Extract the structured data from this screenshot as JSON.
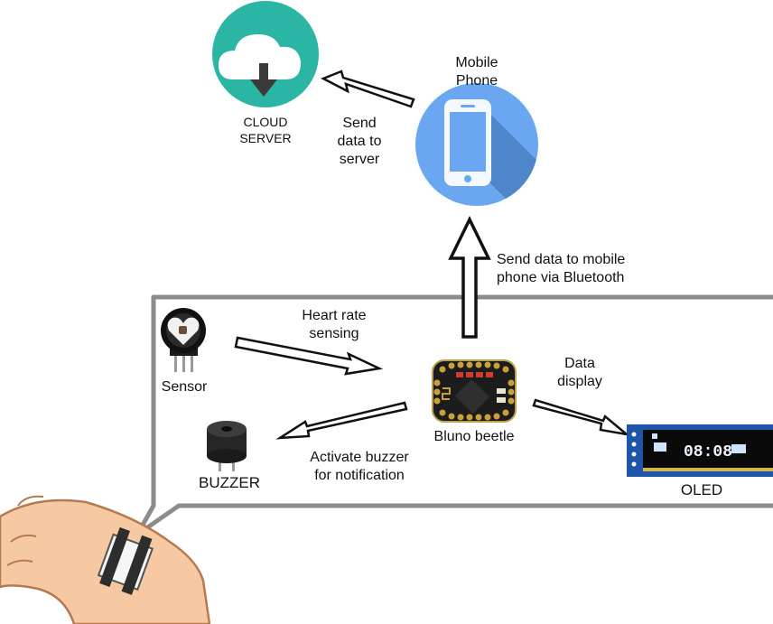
{
  "cloud": {
    "label_lines": [
      "CLOUD",
      "SERVER"
    ],
    "color": "#2bb5a5"
  },
  "phone": {
    "title_lines": [
      "Mobile",
      "Phone"
    ],
    "color": "#6aa7f0"
  },
  "arrows": {
    "phone_to_cloud": [
      "Send",
      "data to",
      "server"
    ],
    "board_to_phone": [
      "Send data to mobile",
      "phone via Bluetooth"
    ],
    "sensor_to_board": [
      "Heart rate",
      "sensing"
    ],
    "board_to_buzzer": [
      "Activate buzzer",
      "for notification"
    ],
    "board_to_oled": [
      "Data",
      "display"
    ]
  },
  "components": {
    "sensor": "Sensor",
    "board": "Bluno beetle",
    "buzzer": "BUZZER",
    "oled": "OLED",
    "oled_screen_text": "08:08"
  }
}
